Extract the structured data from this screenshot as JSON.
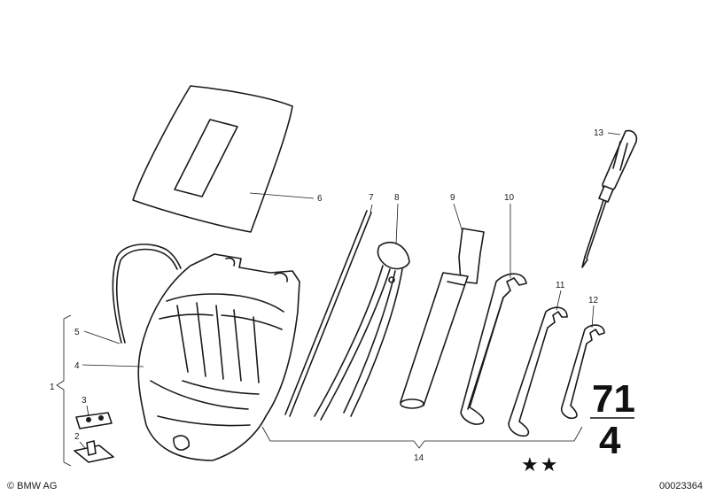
{
  "callouts": {
    "c1": "1",
    "c2": "2",
    "c3": "3",
    "c4": "4",
    "c5": "5",
    "c6": "6",
    "c7": "7",
    "c8": "8",
    "c9": "9",
    "c10": "10",
    "c11": "11",
    "c12": "12",
    "c13": "13",
    "c14": "14"
  },
  "group": {
    "main": "71",
    "sub": "4"
  },
  "stars": "★★",
  "footer": {
    "copyright": "© BMW AG",
    "diagram_id": "00023364"
  }
}
